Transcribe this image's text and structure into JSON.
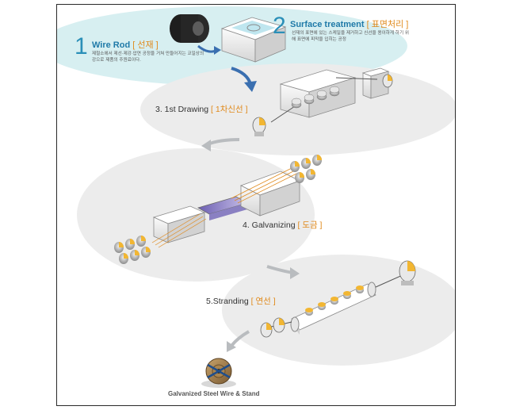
{
  "steps": {
    "wire_rod": {
      "number": "1",
      "title": "Wire Rod",
      "title_kr": "[ 선재 ]",
      "desc": "제철소에서 제선·제강·압연 공정을 거쳐 만들어지는 코일상의 강으로 제품의 주원료이다."
    },
    "surface": {
      "number": "2",
      "title": "Surface treatment",
      "title_kr": "[ 표면처리 ]",
      "desc": "선재의 표면에 있는 스케일을 제거하고 신선을 용이하게 하기 위해 표면에 피막을 입히는 공정"
    },
    "drawing": {
      "title": "3. 1st Drawing",
      "title_kr": "[ 1차신선 ]"
    },
    "galvanizing": {
      "title": "4. Galvanizing",
      "title_kr": "[ 도금 ]"
    },
    "stranding": {
      "title": "5.Stranding",
      "title_kr": "[ 연선 ]"
    }
  },
  "product": {
    "caption": "Galvanized Steel Wire & Stand"
  },
  "colors": {
    "highlight_blob": "#d7eff1",
    "stage_blob": "#ececec",
    "accent_orange": "#e08a1c",
    "accent_yellow": "#f2b632",
    "title_blue": "#1f7aa8",
    "arrow_blue": "#3a6fb0",
    "arrow_grey": "#b9bcbf"
  }
}
